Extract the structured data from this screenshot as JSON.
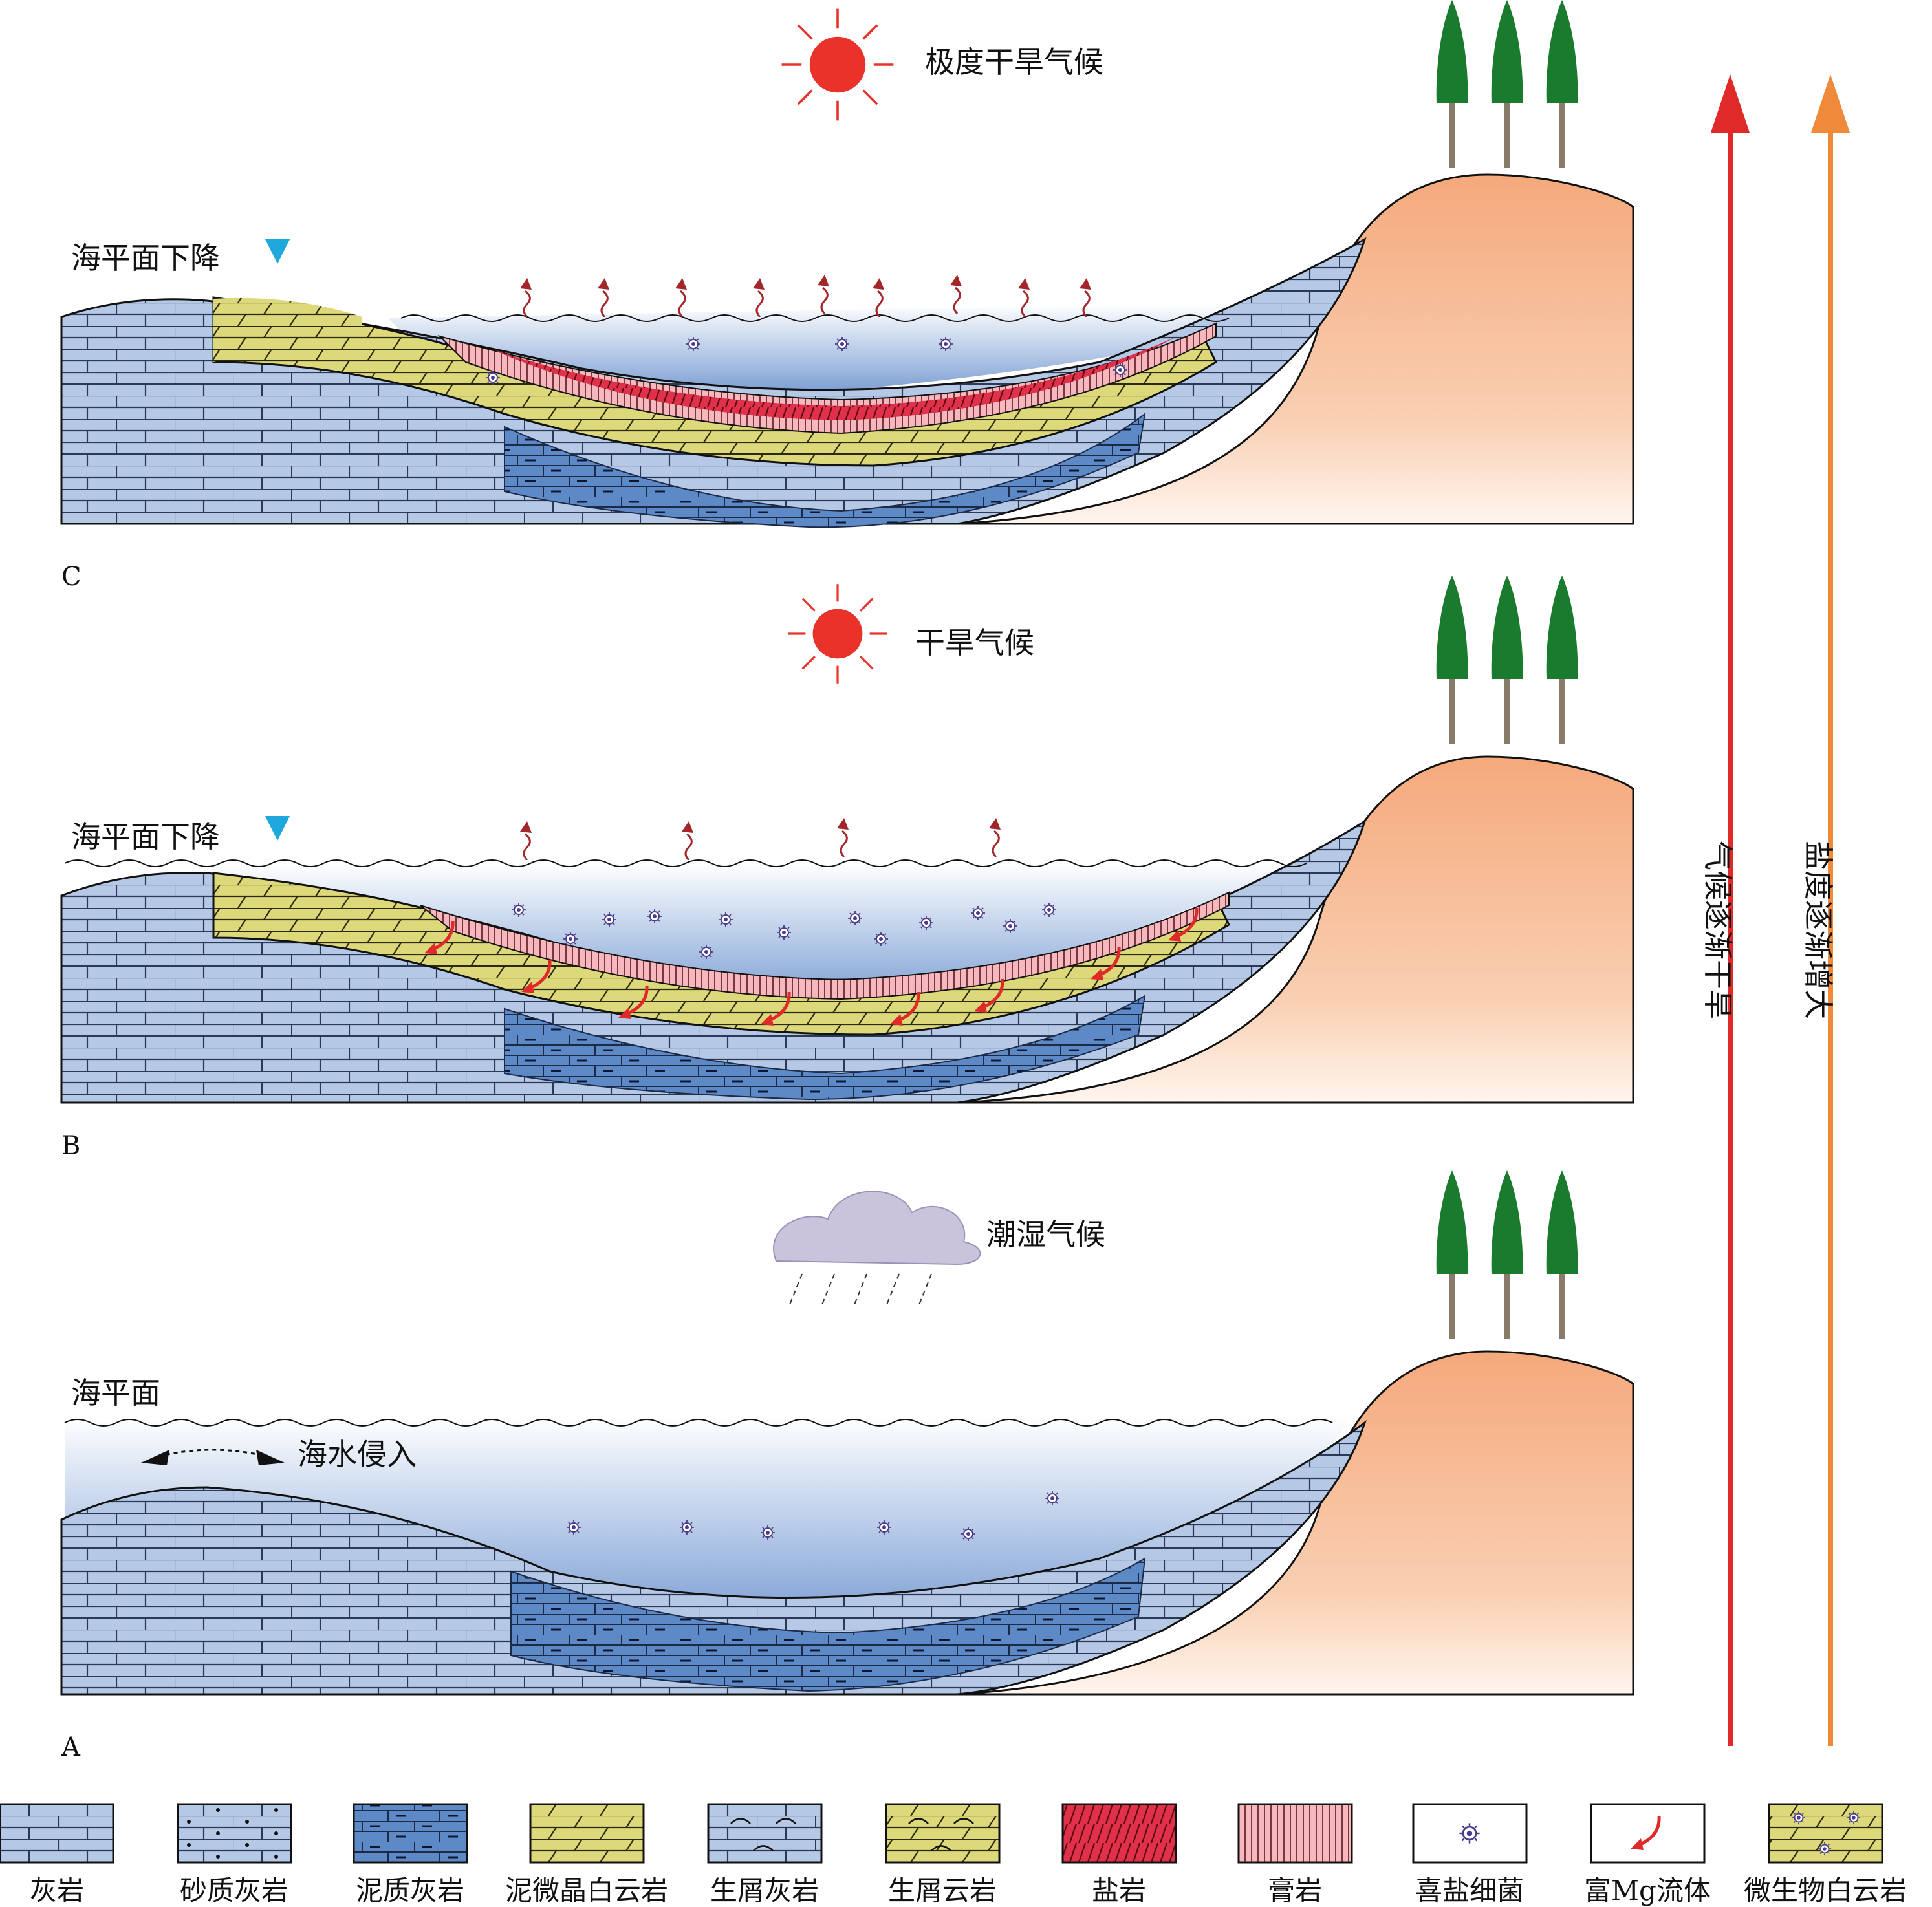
{
  "panels": {
    "c": {
      "letter": "C",
      "climate": "极度干旱气候",
      "sea": "海平面下降"
    },
    "b": {
      "letter": "B",
      "climate": "干旱气候",
      "sea": "海平面下降"
    },
    "a": {
      "letter": "A",
      "climate": "潮湿气候",
      "sea": "海平面",
      "intrusion": "海水侵入"
    }
  },
  "trends": {
    "climate": "气候逐渐干旱",
    "salinity": "盐度逐渐增大",
    "climate_color": "#e02a2a",
    "salinity_color": "#ee8a3a"
  },
  "legend": [
    {
      "key": "limestone",
      "label": "灰岩",
      "icon": "limestone-swatch"
    },
    {
      "key": "sandy",
      "label": "砂质灰岩",
      "icon": "sandy-limestone-swatch"
    },
    {
      "key": "marly",
      "label": "泥质灰岩",
      "icon": "marly-limestone-swatch"
    },
    {
      "key": "micrite",
      "label": "泥微晶白云岩",
      "icon": "micritic-dolomite-swatch"
    },
    {
      "key": "bioclastic",
      "label": "生屑灰岩",
      "icon": "bioclastic-limestone-swatch"
    },
    {
      "key": "biodolo",
      "label": "生屑云岩",
      "icon": "bioclastic-dolomite-swatch"
    },
    {
      "key": "salt",
      "label": "盐岩",
      "icon": "salt-rock-swatch"
    },
    {
      "key": "gypsum",
      "label": "膏岩",
      "icon": "gypsum-swatch"
    },
    {
      "key": "bacteria",
      "label": "喜盐细菌",
      "icon": "halophilic-bacteria-icon"
    },
    {
      "key": "mgfluid",
      "label": "富Mg流体",
      "icon": "mg-fluid-arrow-icon"
    },
    {
      "key": "microbial",
      "label": "微生物白云岩",
      "icon": "microbial-dolomite-swatch"
    }
  ],
  "colors": {
    "limestone": "#b5c8e6",
    "marly": "#4f7fc0",
    "dolomite": "#ddd97a",
    "salt": "#e0304a",
    "gypsum": "#f2aab0",
    "land": "#f5a97c",
    "tree": "#1a7a2e",
    "sun": "#e8322a",
    "cloud": "#c9c3dc",
    "water_deep": "#6f95cf",
    "indicator": "#1ea8dc"
  }
}
